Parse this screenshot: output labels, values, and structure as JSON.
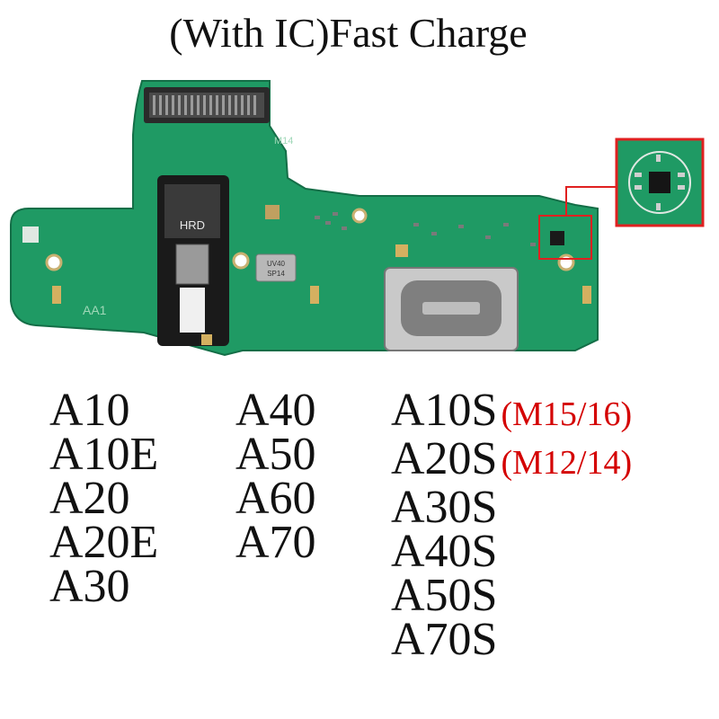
{
  "title": "(With IC)Fast Charge",
  "board": {
    "labels": {
      "jack": "HRD",
      "edge": "AA1",
      "code": "M14",
      "mic_top": "UV40",
      "mic_bottom": "SP14"
    },
    "colors": {
      "pcb": "#1f9a64",
      "highlight": "#e02020"
    }
  },
  "models": {
    "column1": [
      "A10",
      "A10E",
      "A20",
      "A20E",
      "A30"
    ],
    "column2": [
      "A40",
      "A50",
      "A60",
      "A70"
    ],
    "column3": [
      {
        "name": "A10S",
        "note": "(M15/16)"
      },
      {
        "name": "A20S",
        "note": "(M12/14)"
      },
      {
        "name": "A30S",
        "note": ""
      },
      {
        "name": "A40S",
        "note": ""
      },
      {
        "name": "A50S",
        "note": ""
      },
      {
        "name": "A70S",
        "note": ""
      }
    ]
  }
}
